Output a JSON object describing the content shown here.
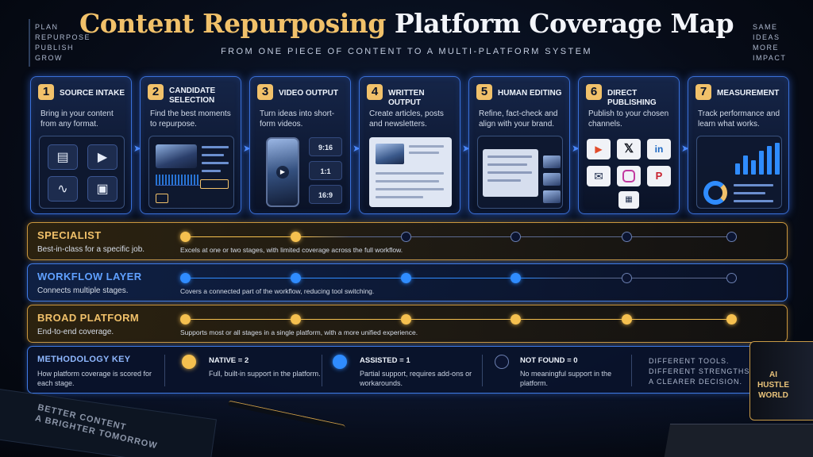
{
  "title": {
    "part1": "Content Repurposing",
    "part2": "Platform Coverage Map"
  },
  "subtitle": "FROM ONE PIECE OF CONTENT TO A MULTI-PLATFORM SYSTEM",
  "corner_left": [
    "PLAN",
    "REPURPOSE",
    "PUBLISH",
    "GROW"
  ],
  "corner_right": [
    "SAME",
    "IDEAS",
    "MORE",
    "IMPACT"
  ],
  "stages": [
    {
      "num": "1",
      "title": "SOURCE INTAKE",
      "desc": "Bring in your content from any format."
    },
    {
      "num": "2",
      "title": "CANDIDATE SELECTION",
      "desc": "Find the best moments to repurpose."
    },
    {
      "num": "3",
      "title": "VIDEO OUTPUT",
      "desc": "Turn ideas into short-form videos.",
      "ratios": [
        "9:16",
        "1:1",
        "16:9"
      ]
    },
    {
      "num": "4",
      "title": "WRITTEN OUTPUT",
      "desc": "Create articles, posts and newsletters."
    },
    {
      "num": "5",
      "title": "HUMAN EDITING",
      "desc": "Refine, fact-check and align with your brand."
    },
    {
      "num": "6",
      "title": "DIRECT PUBLISHING",
      "desc": "Publish to your chosen channels."
    },
    {
      "num": "7",
      "title": "MEASUREMENT",
      "desc": "Track performance and learn what works."
    }
  ],
  "tiers": [
    {
      "name": "SPECIALIST",
      "sub": "Best-in-class for a specific job.",
      "note": "Excels at one or two stages, with limited coverage across the full workflow.",
      "scores": [
        2,
        2,
        0,
        0,
        0,
        0
      ]
    },
    {
      "name": "WORKFLOW LAYER",
      "sub": "Connects multiple stages.",
      "note": "Covers a connected part of the workflow, reducing tool switching.",
      "scores": [
        1,
        1,
        1,
        1,
        0,
        0
      ]
    },
    {
      "name": "BROAD PLATFORM",
      "sub": "End-to-end coverage.",
      "note": "Supports most or all stages in a single platform, with a more unified experience.",
      "scores": [
        2,
        2,
        2,
        2,
        2,
        2
      ]
    }
  ],
  "key": {
    "title": "METHODOLOGY KEY",
    "desc": "How platform coverage is scored for each stage.",
    "items": [
      {
        "label": "NATIVE = 2",
        "desc": "Full, built-in support in the platform.",
        "color": "#f5c04f"
      },
      {
        "label": "ASSISTED = 1",
        "desc": "Partial support, requires add-ons or workarounds.",
        "color": "#2f8cff"
      },
      {
        "label": "NOT FOUND = 0",
        "desc": "No meaningful support in the platform.",
        "color": "#0b1430"
      }
    ],
    "tagline": [
      "DIFFERENT TOOLS.",
      "DIFFERENT STRENGTHS.",
      "A CLEARER DECISION."
    ]
  },
  "book_text": [
    "BETTER CONTENT",
    "A BRIGHTER TOMORROW"
  ],
  "mug_text": [
    "AI",
    "HUSTLE",
    "WORLD"
  ],
  "colors": {
    "gold": "#f1c16a",
    "blue": "#3a70d8",
    "native": "#f5c04f",
    "assisted": "#2f8cff"
  }
}
